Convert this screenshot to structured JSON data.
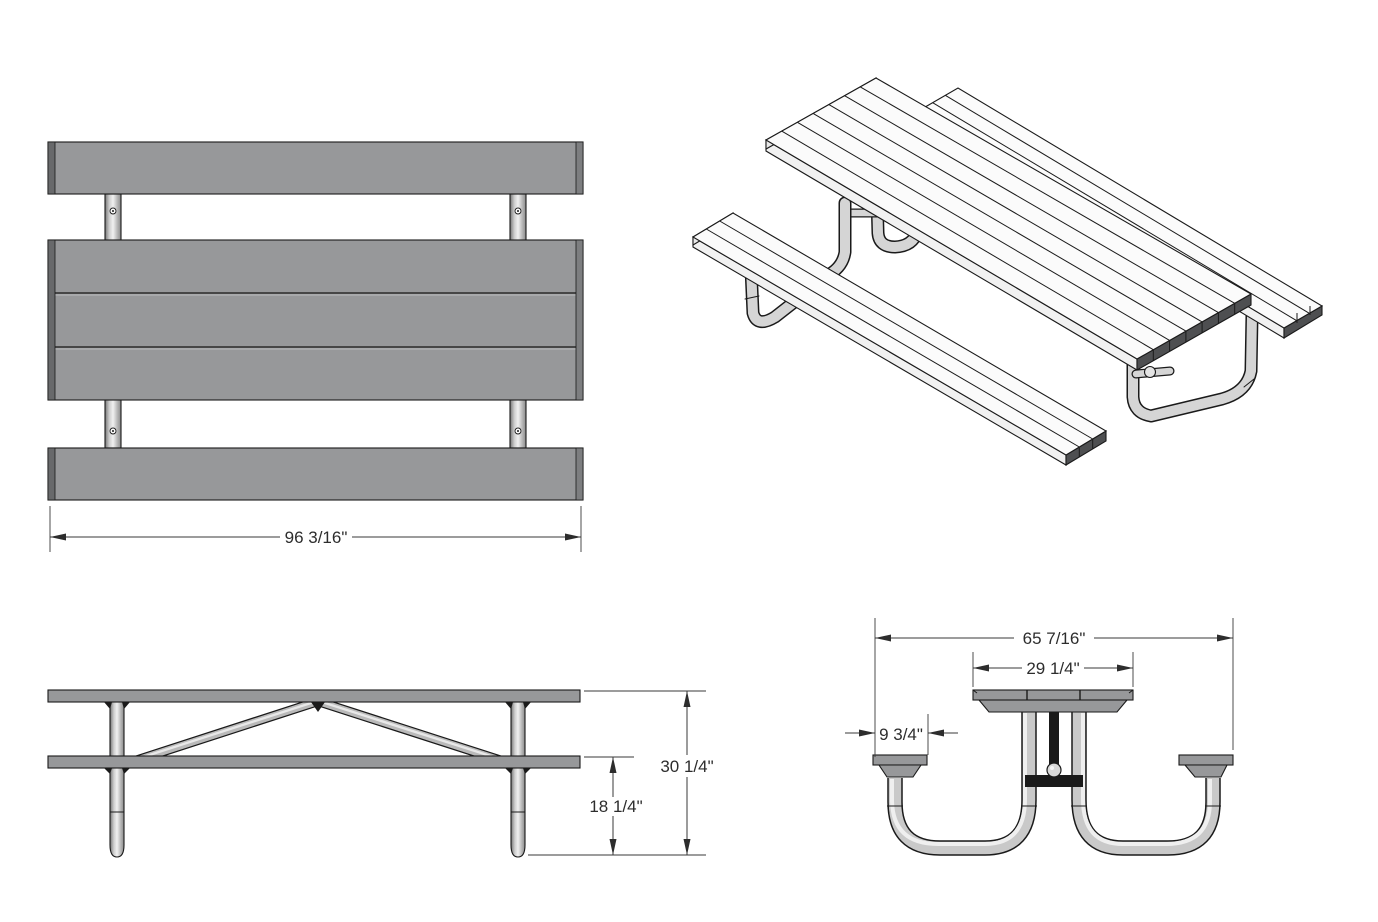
{
  "drawing": {
    "title": "Picnic table CAD drawing - four views",
    "colors": {
      "background": "#ffffff",
      "plank_gray": "#97989a",
      "plank_edge_dark": "#68696b",
      "iso_end_dark": "#4e4f51",
      "tube_light": "#d5d5d5",
      "outline": "#1a1a1a",
      "dim_text": "#2d2d2d"
    },
    "views": {
      "top_view": {
        "dimensions": {
          "overall_length": "96 3/16\""
        }
      },
      "side_view": {
        "dimensions": {
          "overall_height": "30 1/4\"",
          "bench_height": "18 1/4\""
        }
      },
      "end_view": {
        "dimensions": {
          "overall_width": "65 7/16\"",
          "table_top_width": "29 1/4\"",
          "bench_width": "9 3/4\""
        }
      },
      "isometric_view": {
        "description": "3D isometric view of picnic table"
      }
    }
  }
}
